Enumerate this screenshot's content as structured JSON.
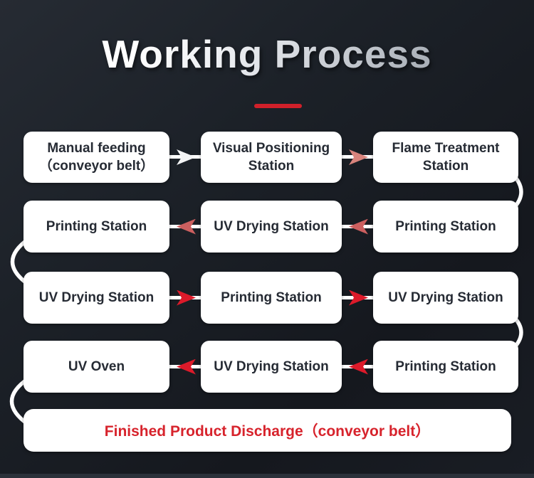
{
  "title": "Working Process",
  "process": {
    "rows": [
      {
        "boxes": [
          {
            "lines": [
              "Manual feeding",
              "（conveyor belt）"
            ]
          },
          {
            "lines": [
              "Visual Positioning",
              "Station"
            ]
          },
          {
            "lines": [
              "Flame Treatment",
              "Station"
            ]
          }
        ],
        "arrows": [
          {
            "dir": "right",
            "head_color": "#f4f5f6"
          },
          {
            "dir": "right",
            "head_color": "#d9837c"
          }
        ]
      },
      {
        "boxes": [
          {
            "lines": [
              "Printing Station"
            ]
          },
          {
            "lines": [
              "UV Drying Station"
            ]
          },
          {
            "lines": [
              "Printing Station"
            ]
          }
        ],
        "arrows": [
          {
            "dir": "left",
            "head_color": "#cc5f5f"
          },
          {
            "dir": "left",
            "head_color": "#cc5f5f"
          }
        ]
      },
      {
        "boxes": [
          {
            "lines": [
              "UV Drying Station"
            ]
          },
          {
            "lines": [
              "Printing Station"
            ]
          },
          {
            "lines": [
              "UV Drying Station"
            ]
          }
        ],
        "arrows": [
          {
            "dir": "right",
            "head_color": "#dc1a2a"
          },
          {
            "dir": "right",
            "head_color": "#dc1a2a"
          }
        ]
      },
      {
        "boxes": [
          {
            "lines": [
              "UV Oven"
            ]
          },
          {
            "lines": [
              "UV Drying Station"
            ]
          },
          {
            "lines": [
              "Printing Station"
            ]
          }
        ],
        "arrows": [
          {
            "dir": "left",
            "head_color": "#dc1a2a"
          },
          {
            "dir": "left",
            "head_color": "#dc1a2a"
          }
        ]
      }
    ],
    "finish_label": "Finished Product Discharge（conveyor belt）"
  },
  "colors": {
    "accent_red": "#d0202a",
    "finish_text": "#d7232c",
    "box_bg": "#ffffff",
    "box_text": "#262b34",
    "connector": "#ffffff",
    "background_top": "#262b33",
    "background_bottom": "#15181e"
  }
}
